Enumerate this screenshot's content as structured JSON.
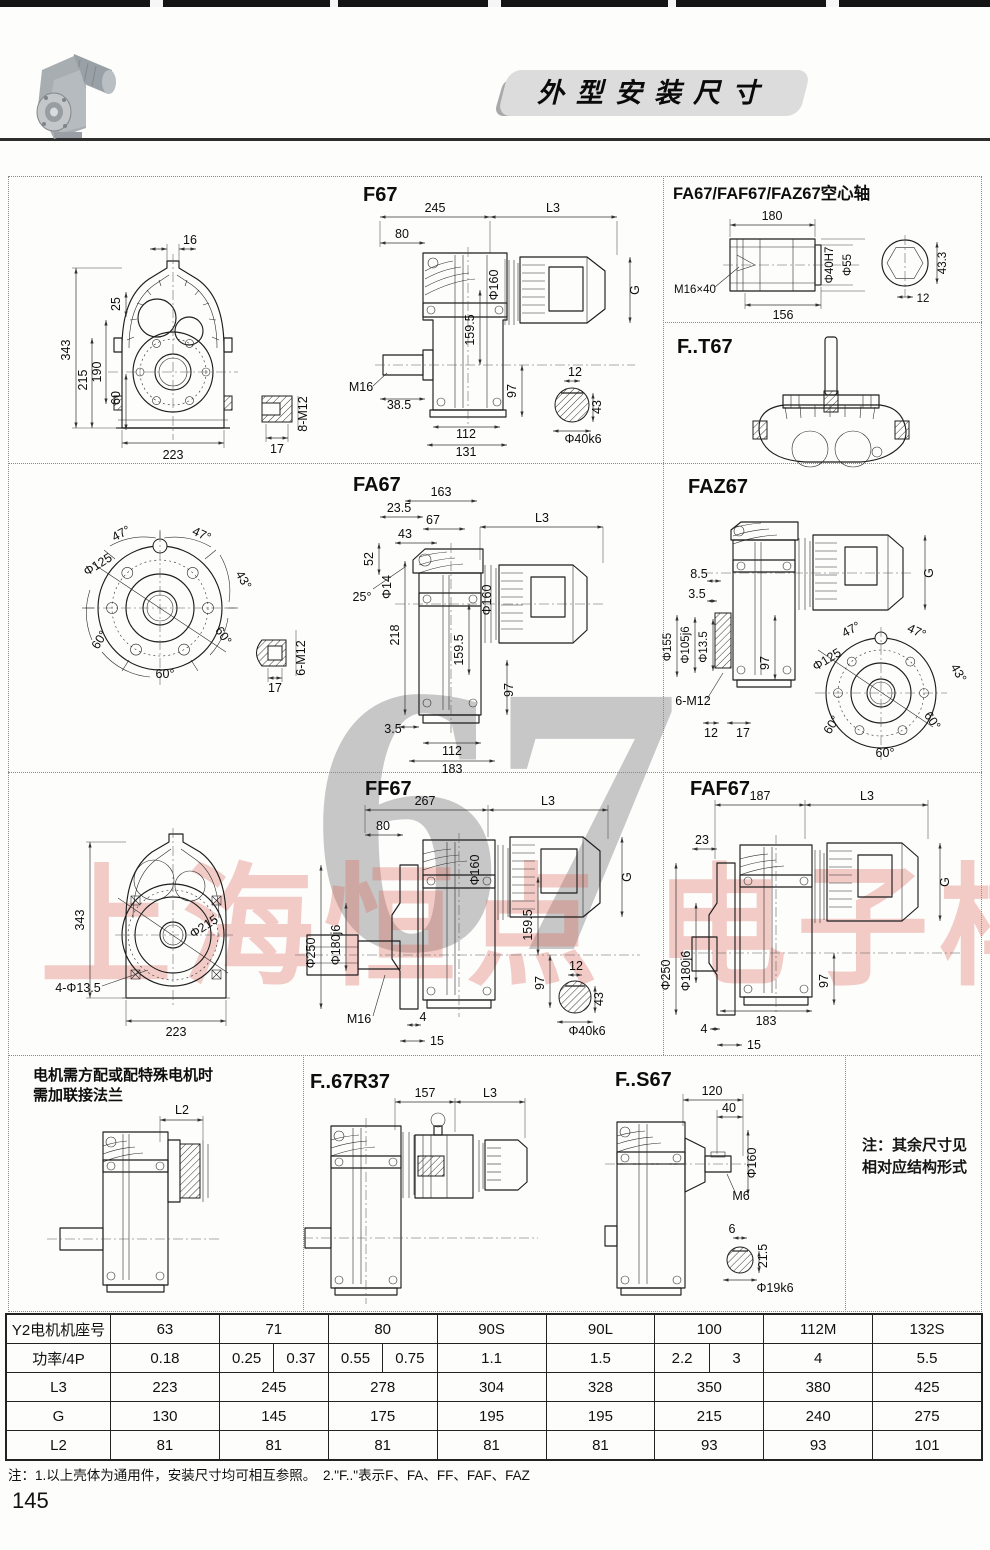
{
  "header": {
    "title": "外型安装尺寸"
  },
  "watermarks": {
    "big": "67",
    "red": "上海恒点 电子样本"
  },
  "page": {
    "number": "145",
    "footnote": "注：1.以上壳体为通用件，安装尺寸均可相互参照。　2.\"F..\"表示F、FA、FF、FAF、FAZ"
  },
  "drawings": {
    "front1": {
      "labels": {
        "d16": "16",
        "d25": "25",
        "d343": "343",
        "d215": "215",
        "d190": "190",
        "d60": "60",
        "d223": "223",
        "d17": "17",
        "m12": "8-M12"
      }
    },
    "f67": {
      "title": "F67",
      "labels": {
        "d245": "245",
        "l3": "L3",
        "d80": "80",
        "phi160": "Φ160",
        "g": "G",
        "d1595": "159.5",
        "d97": "97",
        "m16": "M16",
        "d385": "38.5",
        "d112": "112",
        "d131": "131",
        "d12": "12",
        "d43": "43",
        "phi40": "Φ40k6"
      }
    },
    "hollow": {
      "title": "FA67/FAF67/FAZ67空心轴",
      "labels": {
        "d180": "180",
        "d156": "156",
        "m16x40": "M16×40",
        "phi40h7": "Φ40H7",
        "phi55": "Φ55",
        "d433": "43.3",
        "d12": "12"
      }
    },
    "ft67": {
      "title": "F..T67"
    },
    "flange": {
      "labels": {
        "phi125": "Φ125",
        "a47l": "47°",
        "a47r": "47°",
        "a43": "43°",
        "a60l": "60°",
        "a60r": "60°",
        "a60b": "60°",
        "d17": "17",
        "m12": "6-M12"
      }
    },
    "fa67": {
      "title": "FA67",
      "labels": {
        "d163": "163",
        "d235": "23.5",
        "d67": "67",
        "d43": "43",
        "d52": "52",
        "phi14": "Φ14",
        "a25": "25°",
        "d218": "218",
        "l3": "L3",
        "phi160": "Φ160",
        "d1595": "159.5",
        "d97": "97",
        "d35": "3.5",
        "d112": "112",
        "d183": "183"
      }
    },
    "faz67": {
      "title": "FAZ67",
      "labels": {
        "d85": "8.5",
        "d35": "3.5",
        "phi155": "Φ155",
        "phi105": "Φ105j6",
        "phi135": "Φ13.5",
        "d97": "97",
        "m12": "6-M12",
        "d12": "12",
        "d17": "17",
        "g": "G",
        "phi125": "Φ125",
        "a47l": "47°",
        "a47r": "47°",
        "a43": "43°",
        "a60l": "60°",
        "a60r": "60°",
        "a60b": "60°"
      }
    },
    "front2": {
      "labels": {
        "d343": "343",
        "phi215": "Φ215",
        "holes": "4-Φ13.5",
        "d223": "223"
      }
    },
    "ff67": {
      "title": "FF67",
      "labels": {
        "d267": "267",
        "l3": "L3",
        "d80": "80",
        "phi160": "Φ160",
        "g": "G",
        "d1595": "159.5",
        "d97": "97",
        "phi250": "Φ250",
        "phi180": "Φ180j6",
        "m16": "M16",
        "d4": "4",
        "d15": "15",
        "d12": "12",
        "d43": "43",
        "phi40": "Φ40k6"
      }
    },
    "faf67": {
      "title": "FAF67",
      "labels": {
        "d187": "187",
        "l3": "L3",
        "d23": "23",
        "g": "G",
        "phi250": "Φ250",
        "phi180": "Φ180j6",
        "d97": "97",
        "d183": "183",
        "d4": "4",
        "d15": "15"
      }
    },
    "motornote": {
      "line1": "电机需方配或配特殊电机时",
      "line2": "需加联接法兰",
      "l2": "L2"
    },
    "fr37": {
      "title": "F..67R37",
      "labels": {
        "d157": "157",
        "l3": "L3"
      }
    },
    "fs67": {
      "title": "F..S67",
      "labels": {
        "d120": "120",
        "d40": "40",
        "phi160": "Φ160",
        "m6": "M6",
        "d6": "6",
        "d215": "21.5",
        "phi19": "Φ19k6"
      }
    },
    "sidenote": {
      "line1": "注：其余尺寸见",
      "line2": "相对应结构形式"
    }
  },
  "table": {
    "row_headers": [
      "Y2电机机座号",
      "功率/4P",
      "L3",
      "G",
      "L2"
    ],
    "frame": [
      "63",
      "71",
      "80",
      "90S",
      "90L",
      "100",
      "112M",
      "132S"
    ],
    "power": [
      "0.18",
      "0.25",
      "0.37",
      "0.55",
      "0.75",
      "1.1",
      "1.5",
      "2.2",
      "3",
      "4",
      "5.5"
    ],
    "l3": [
      "223",
      "245",
      "278",
      "304",
      "328",
      "350",
      "380",
      "425"
    ],
    "g": [
      "130",
      "145",
      "175",
      "195",
      "195",
      "215",
      "240",
      "275"
    ],
    "l2": [
      "81",
      "81",
      "81",
      "81",
      "81",
      "93",
      "93",
      "101"
    ]
  }
}
